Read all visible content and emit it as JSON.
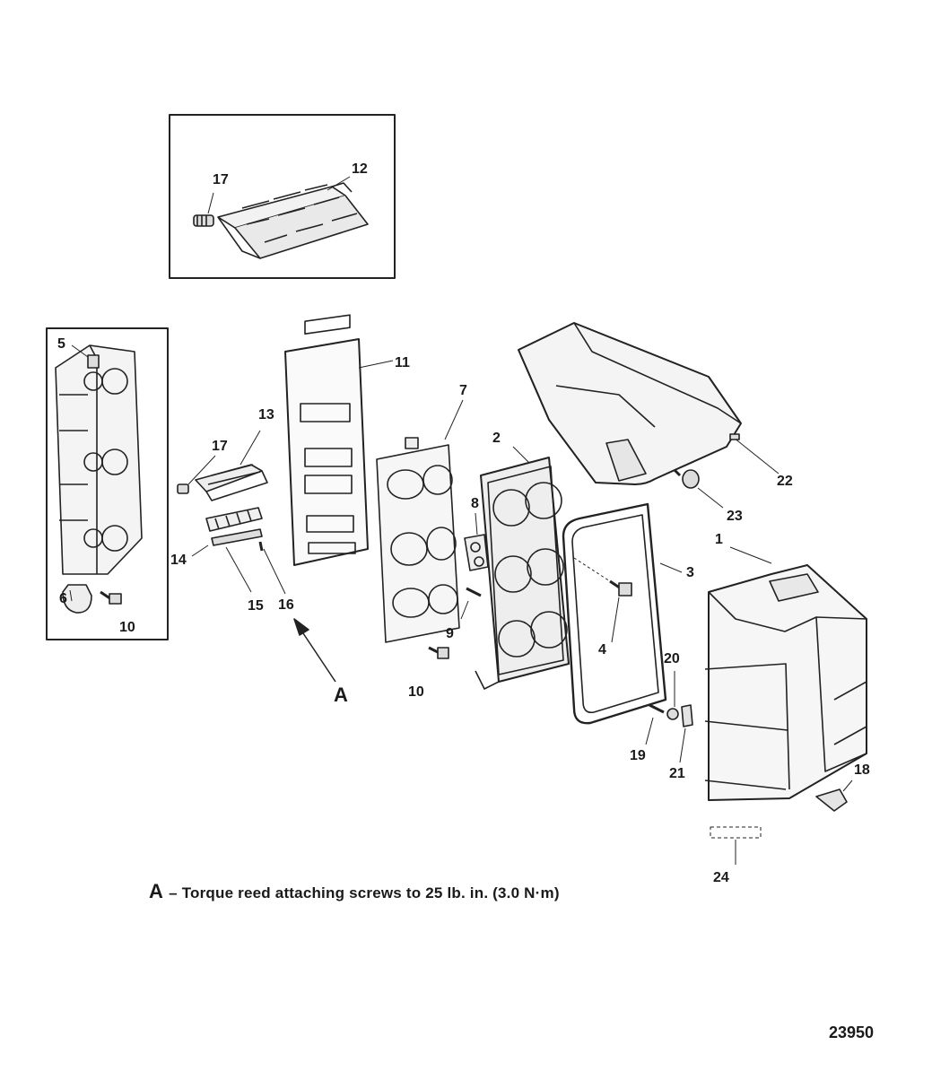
{
  "figure_number": "23950",
  "note": {
    "letter": "A",
    "separator": "–",
    "text": "Torque reed attaching screws to 25 lb. in. (3.0 N·m)"
  },
  "detail_arrow_label": "A",
  "callouts": {
    "c1": "1",
    "c2": "2",
    "c3": "3",
    "c4": "4",
    "c5": "5",
    "c6": "6",
    "c7": "7",
    "c8": "8",
    "c9": "9",
    "c10a": "10",
    "c10b": "10",
    "c11": "11",
    "c12": "12",
    "c13": "13",
    "c14": "14",
    "c15": "15",
    "c16": "16",
    "c17a": "17",
    "c17b": "17",
    "c18": "18",
    "c19": "19",
    "c20": "20",
    "c21": "21",
    "c22": "22",
    "c23": "23",
    "c24": "24"
  }
}
